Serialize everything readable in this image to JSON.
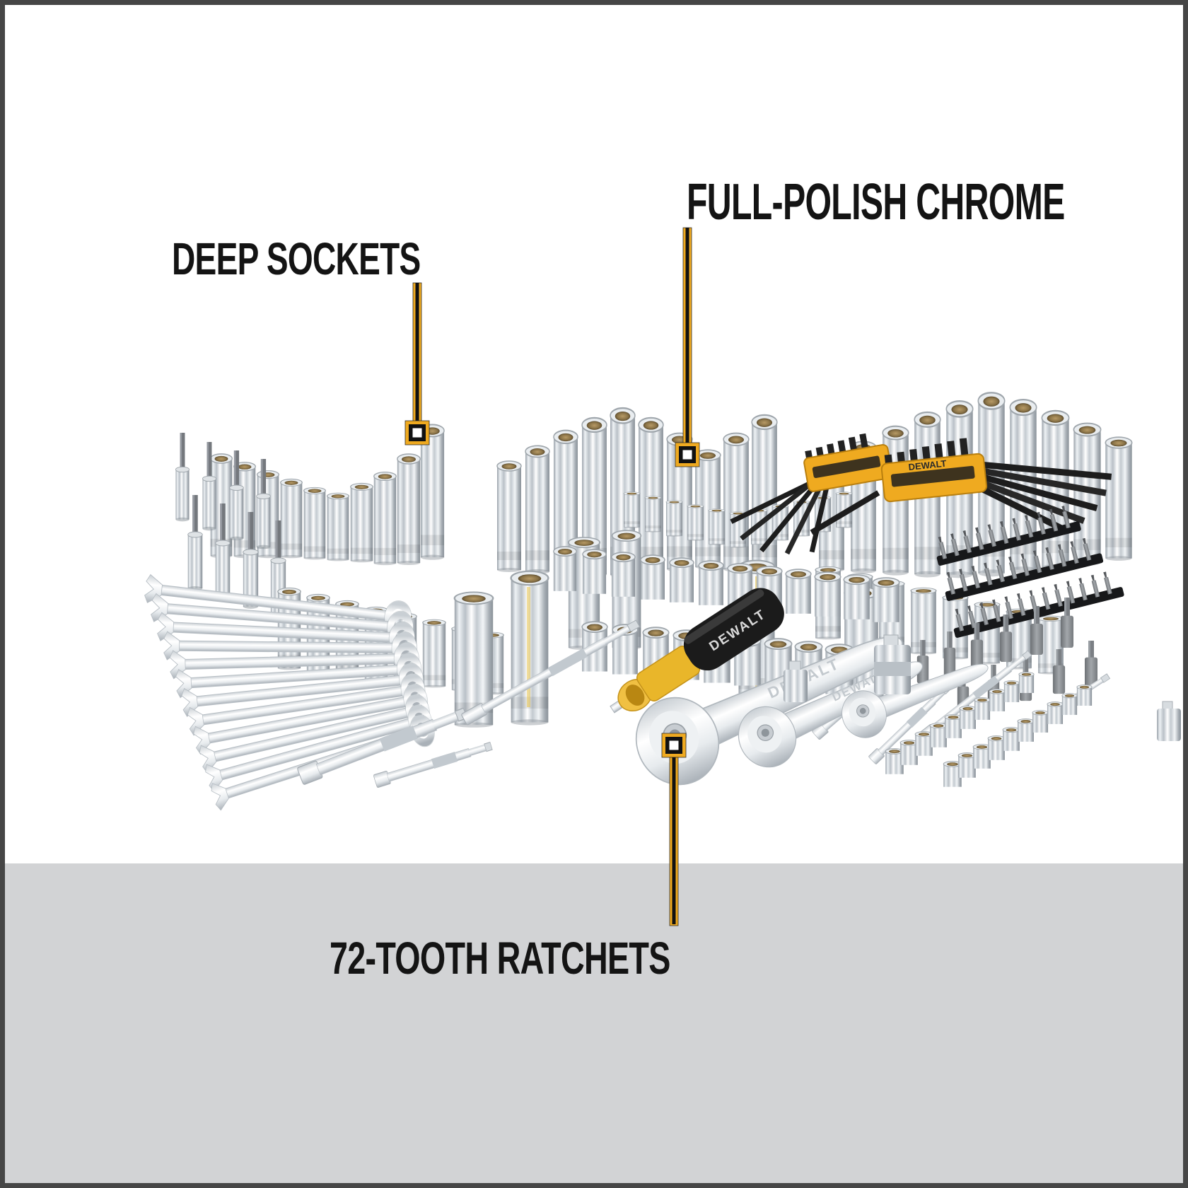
{
  "theme": {
    "background": "#ffffff",
    "frame": "#464646",
    "band": "#d2d3d5",
    "accent": "#efaa20",
    "ink": "#141414"
  },
  "brand": "DEWALT",
  "callouts": {
    "deep_sockets": {
      "label": "DEEP SOCKETS"
    },
    "full_polish": {
      "label": "FULL-POLISH CHROME"
    },
    "ratchets": {
      "label": "72-TOOTH RATCHETS"
    }
  }
}
